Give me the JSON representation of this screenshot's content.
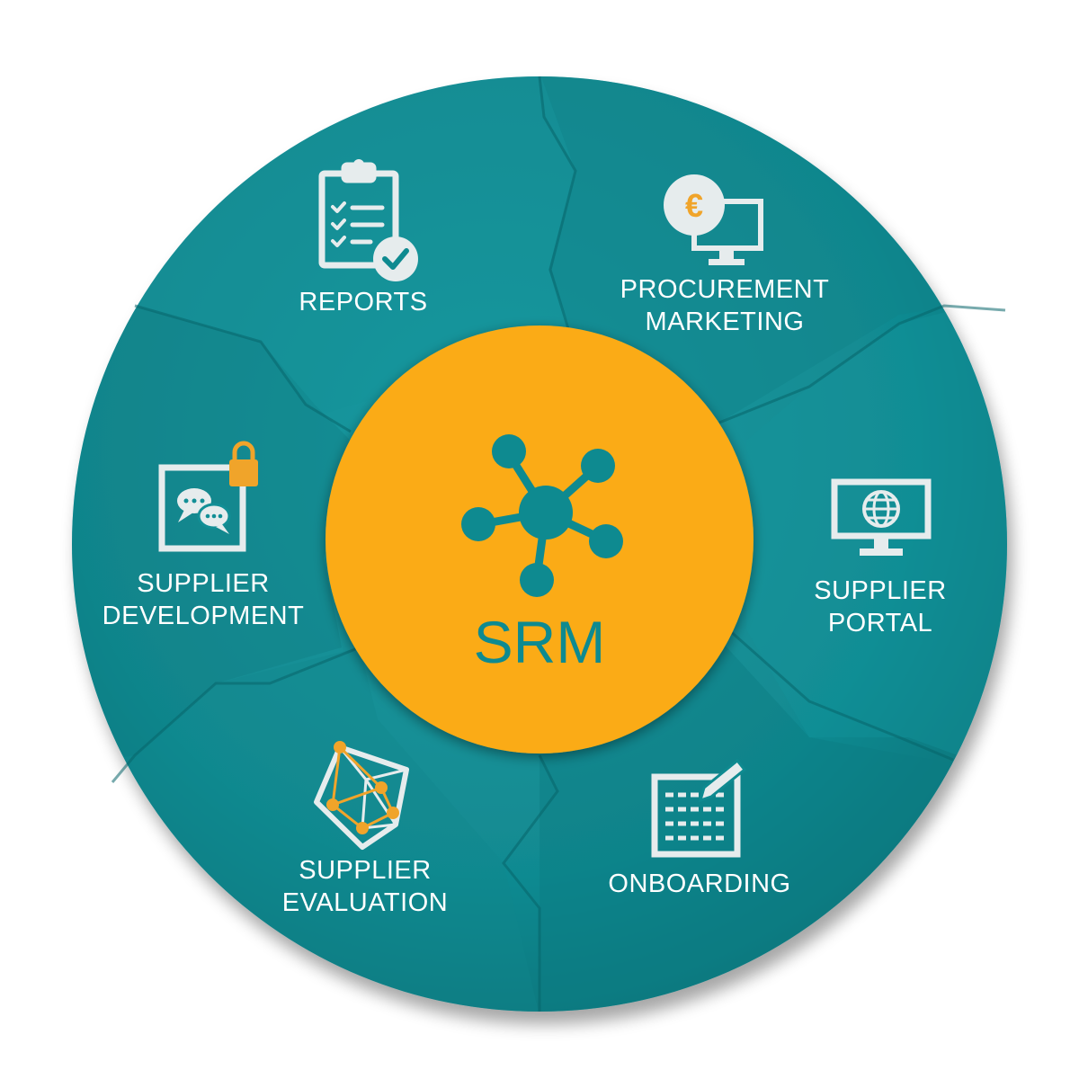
{
  "hub": {
    "label": "SRM",
    "icon": "network-hub-icon"
  },
  "segments": [
    {
      "id": "reports",
      "lines": [
        "REPORTS"
      ],
      "icon": "clipboard-check-icon"
    },
    {
      "id": "procurement-marketing",
      "lines": [
        "PROCUREMENT",
        "MARKETING"
      ],
      "icon": "euro-monitor-icon"
    },
    {
      "id": "supplier-portal",
      "lines": [
        "SUPPLIER",
        "PORTAL"
      ],
      "icon": "globe-monitor-icon"
    },
    {
      "id": "onboarding",
      "lines": [
        "ONBOARDING"
      ],
      "icon": "form-edit-icon"
    },
    {
      "id": "supplier-evaluation",
      "lines": [
        "SUPPLIER",
        "EVALUATION"
      ],
      "icon": "polygon-network-icon"
    },
    {
      "id": "supplier-development",
      "lines": [
        "SUPPLIER",
        "DEVELOPMENT"
      ],
      "icon": "chat-lock-icon"
    }
  ],
  "colors": {
    "ring": "#128f96",
    "ring_dark": "#0a6f75",
    "hub": "#fbab19",
    "hub_text": "#0e8a90",
    "accent": "#f0a42a",
    "icon": "#e6eced"
  }
}
